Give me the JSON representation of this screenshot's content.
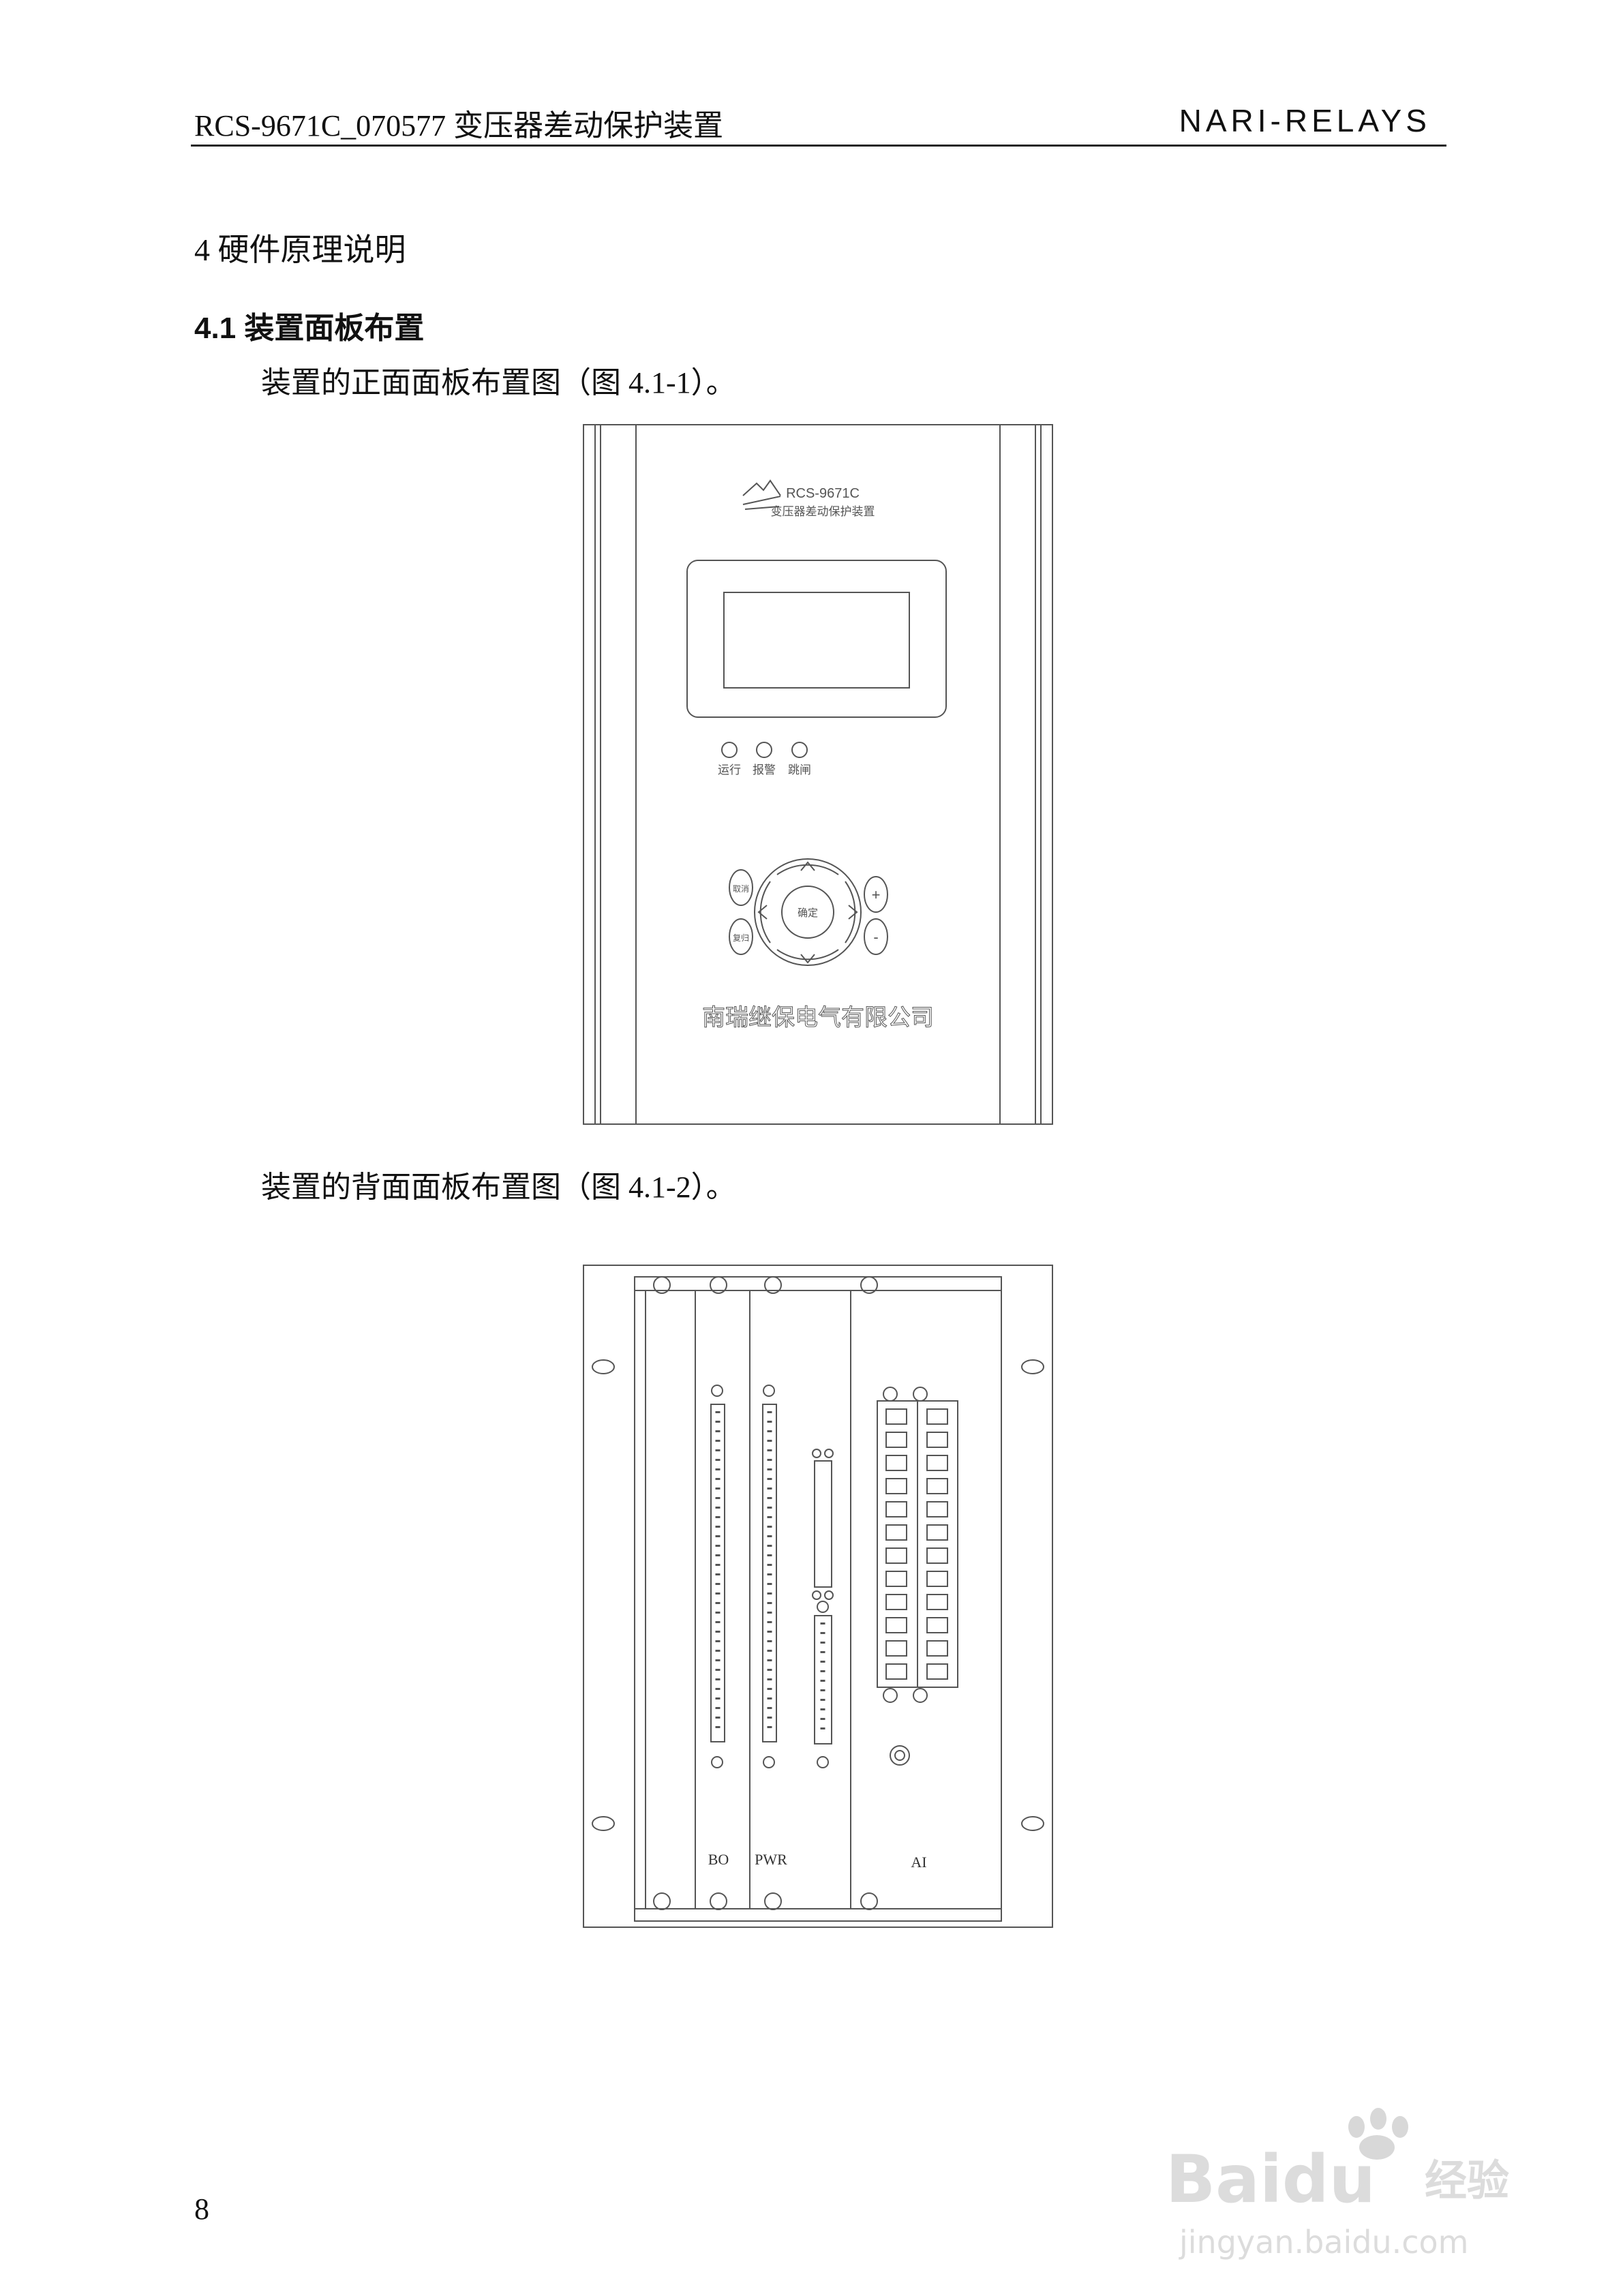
{
  "header": {
    "left": "RCS-9671C_070577 变压器差动保护装置",
    "right": "NARI-RELAYS"
  },
  "chapter": "4 硬件原理说明",
  "section": "4.1 装置面板布置",
  "paragraphs": {
    "front": "装置的正面面板布置图（图 4.1-1）。",
    "back": "装置的背面面板布置图（图 4.1-2）。"
  },
  "front_panel": {
    "model": "RCS-9671C",
    "device_name": "变压器差动保护装置",
    "leds": [
      "运行",
      "报警",
      "跳闸"
    ],
    "keys": {
      "left_top": "取消",
      "left_bottom": "复归",
      "center": "确定",
      "plus": "+",
      "minus": "-"
    },
    "company": "南瑞继保电气有限公司"
  },
  "back_panel": {
    "slots": [
      "BO",
      "PWR",
      "AI"
    ]
  },
  "page_number": "8",
  "watermark": {
    "brand": "Baidu",
    "cn": "经验",
    "url": "jingyan.baidu.com"
  }
}
